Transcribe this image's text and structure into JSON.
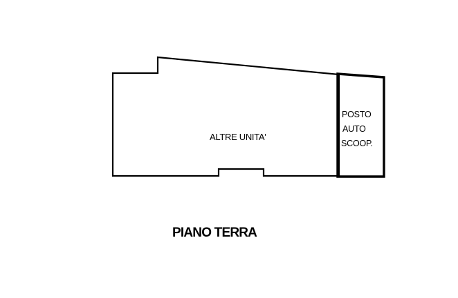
{
  "plan": {
    "other_units_label": "ALTRE UNITA'",
    "parking_label_lines": [
      "POSTO",
      "AUTO",
      "SCOOP."
    ],
    "floor_title": "PIANO TERRA"
  },
  "colors": {
    "line": "#000000",
    "background": "#ffffff"
  }
}
